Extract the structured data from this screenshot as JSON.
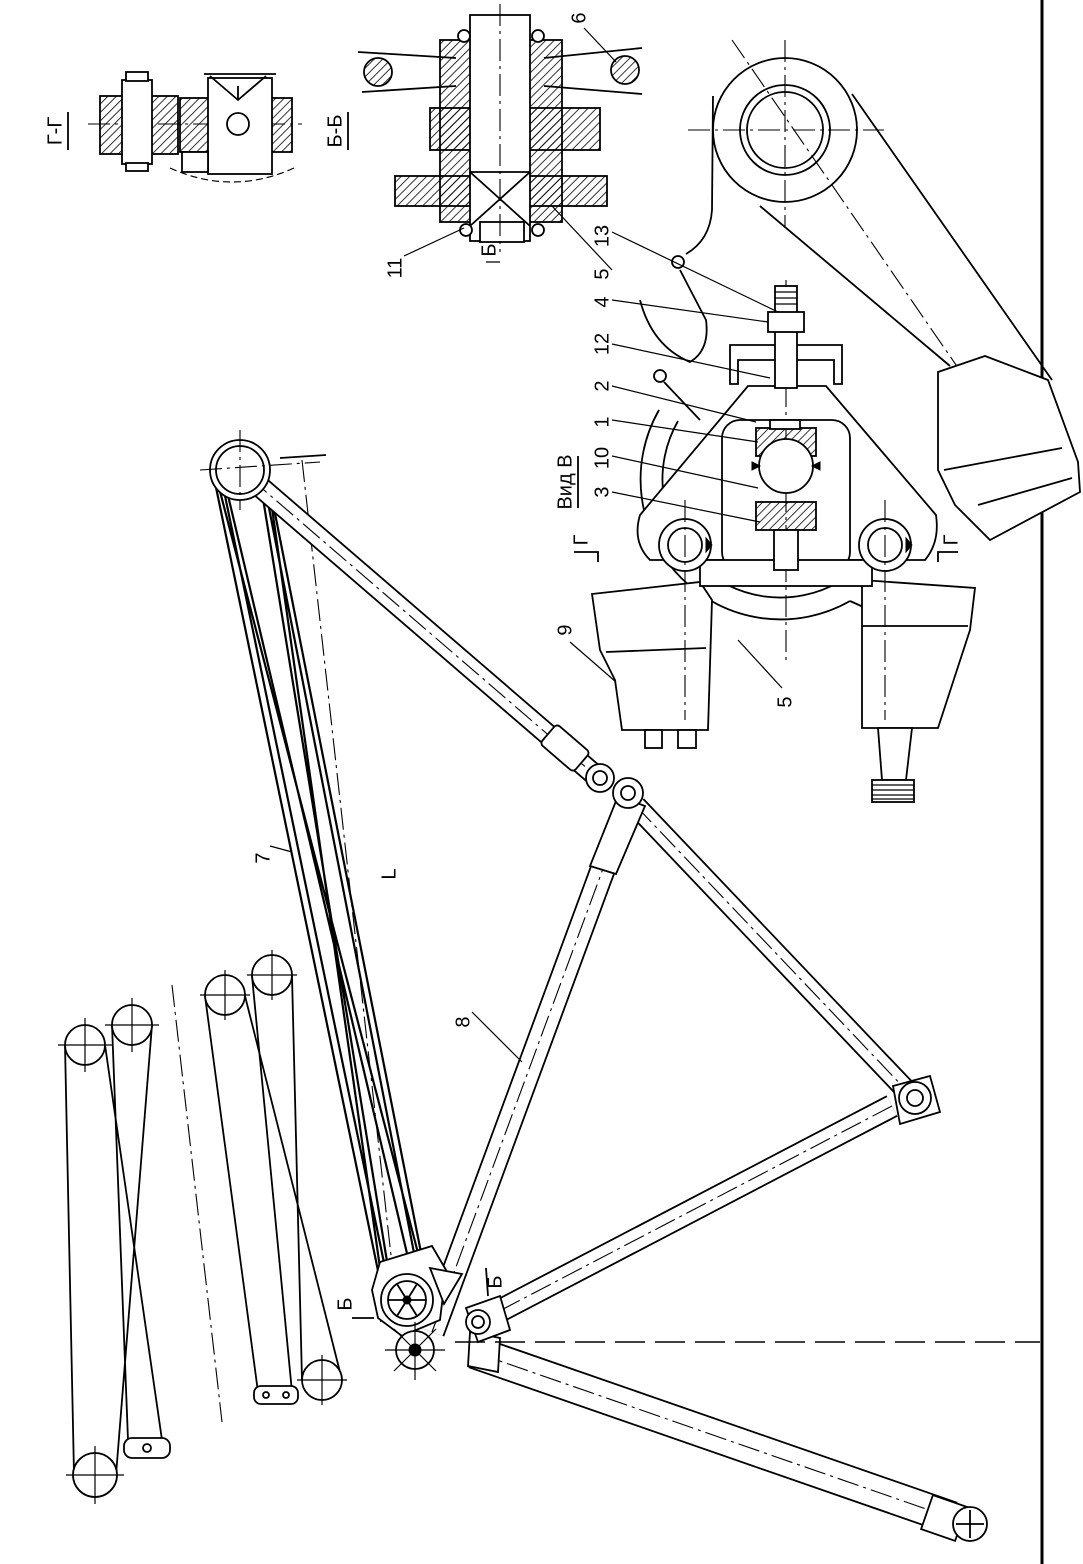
{
  "callouts": {
    "section_gg": "Г-Г",
    "section_bb": "Б-Б",
    "view_v": "Вид В",
    "part_6": "6",
    "part_11": "11",
    "section_mark_b_top": "Б",
    "part_13": "13",
    "part_5_top": "5",
    "part_4": "4",
    "part_12": "12",
    "part_2": "2",
    "part_1": "1",
    "part_10": "10",
    "part_3": "3",
    "section_mark_g_left": "Г",
    "section_mark_g_right": "Г",
    "part_9": "9",
    "part_5_bottom": "5",
    "part_7": "7",
    "dimension_L": "L",
    "part_8": "8",
    "section_mark_b_left": "Б",
    "section_mark_b_right": "Б"
  }
}
